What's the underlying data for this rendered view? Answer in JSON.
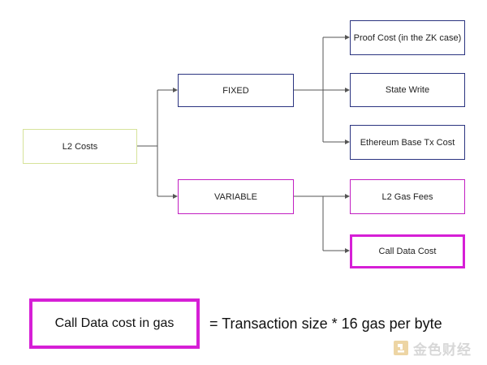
{
  "diagram": {
    "root": "L2 Costs",
    "fixed": {
      "label": "FIXED",
      "children": [
        "Proof Cost (in the ZK case)",
        "State Write",
        "Ethereum Base Tx Cost"
      ]
    },
    "variable": {
      "label": "VARIABLE",
      "children": [
        "L2 Gas Fees",
        "Call Data Cost"
      ]
    }
  },
  "formula": {
    "box_label": "Call Data cost in gas",
    "expression": "= Transaction size  *  16 gas per byte"
  },
  "watermark": {
    "text": "金色财经",
    "icon": "logo-mark-icon"
  },
  "colors": {
    "navy": "#2b3480",
    "magenta": "#c21fc2",
    "highlight": "#d61fd6",
    "root_border": "#d6e39a",
    "connector": "#555555"
  }
}
